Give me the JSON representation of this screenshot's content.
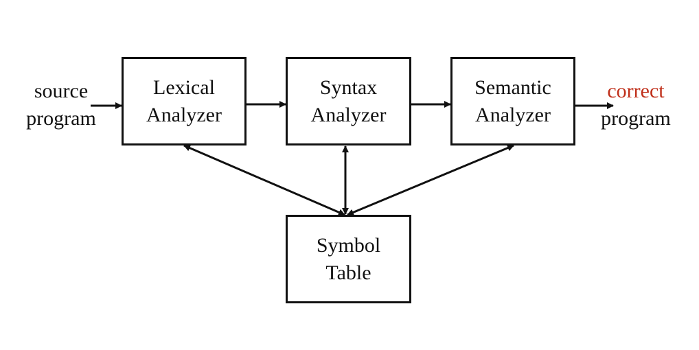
{
  "diagram": {
    "input": {
      "line1": "source",
      "line2": "program"
    },
    "output": {
      "line1": "correct",
      "line2": "program"
    },
    "boxes": {
      "lexical": {
        "line1": "Lexical",
        "line2": "Analyzer"
      },
      "syntax": {
        "line1": "Syntax",
        "line2": "Analyzer"
      },
      "semantic": {
        "line1": "Semantic",
        "line2": "Analyzer"
      },
      "symbol": {
        "line1": "Symbol",
        "line2": "Table"
      }
    },
    "edges": [
      {
        "from": "input",
        "to": "lexical",
        "direction": "forward"
      },
      {
        "from": "lexical",
        "to": "syntax",
        "direction": "forward"
      },
      {
        "from": "syntax",
        "to": "semantic",
        "direction": "forward"
      },
      {
        "from": "semantic",
        "to": "output",
        "direction": "forward"
      },
      {
        "from": "lexical",
        "to": "symbol",
        "direction": "both"
      },
      {
        "from": "syntax",
        "to": "symbol",
        "direction": "both"
      },
      {
        "from": "semantic",
        "to": "symbol",
        "direction": "both"
      }
    ]
  },
  "colors": {
    "ink": "#111111",
    "highlight": "#c0301b",
    "background": "#ffffff"
  }
}
